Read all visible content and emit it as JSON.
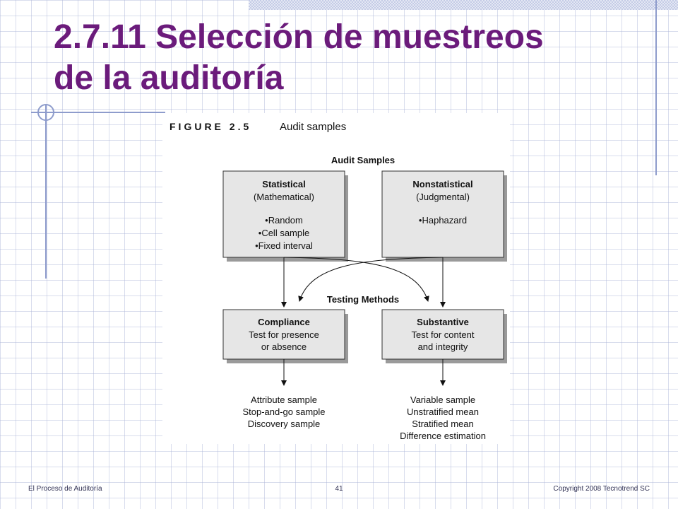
{
  "slide": {
    "title_line1": "2.7.11 Selección de muestreos",
    "title_line2": "de la auditoría"
  },
  "figure": {
    "label": "FIGURE 2.5",
    "caption": "Audit samples",
    "audit_samples_label": "Audit Samples",
    "testing_methods_label": "Testing Methods",
    "statistical_box": {
      "title": "Statistical",
      "subtitle": "(Mathematical)",
      "items": [
        "•Random",
        "•Cell sample",
        "•Fixed interval"
      ]
    },
    "nonstatistical_box": {
      "title": "Nonstatistical",
      "subtitle": "(Judgmental)",
      "items": [
        "•Haphazard"
      ]
    },
    "compliance_box": {
      "title": "Compliance",
      "lines": [
        "Test for presence",
        "or absence"
      ]
    },
    "substantive_box": {
      "title": "Substantive",
      "lines": [
        "Test for content",
        "and integrity"
      ]
    },
    "compliance_outcomes": [
      "Attribute sample",
      "Stop-and-go sample",
      "Discovery sample"
    ],
    "substantive_outcomes": [
      "Variable sample",
      "Unstratified mean",
      "Stratified mean",
      "Difference estimation"
    ]
  },
  "footer": {
    "left": "El Proceso de Auditoría",
    "page": "41",
    "right": "Copyright  2008 Tecnotrend SC"
  },
  "colors": {
    "title": "#6b1b7b",
    "box_fill": "#e6e6e6",
    "box_shadow": "#9a9a9a",
    "grid": "#aab4d7"
  }
}
